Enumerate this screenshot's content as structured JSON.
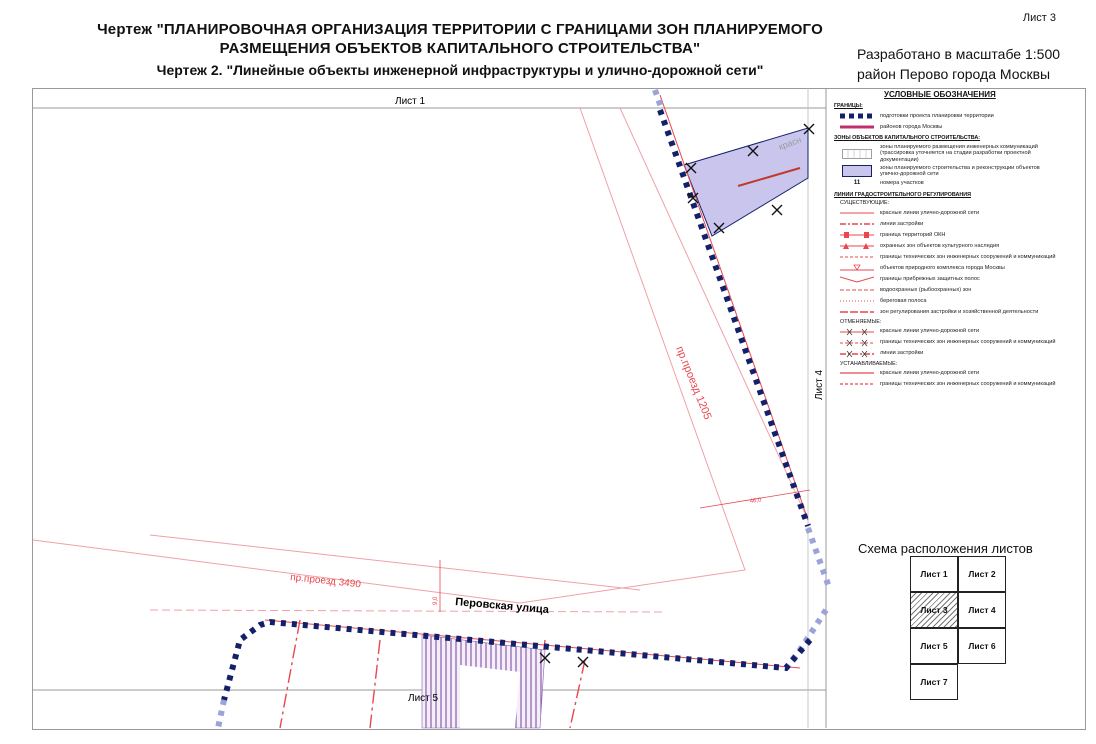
{
  "sheet_number": "Лист 3",
  "title": "Чертеж \"ПЛАНИРОВОЧНАЯ ОРГАНИЗАЦИЯ ТЕРРИТОРИИ С ГРАНИЦАМИ ЗОН ПЛАНИРУЕМОГО РАЗМЕЩЕНИЯ ОБЪЕКТОВ КАПИТАЛЬНОГО СТРОИТЕЛЬСТВА\"",
  "subtitle": "Чертеж 2. \"Линейные объекты инженерной инфраструктуры и улично-дорожной сети\"",
  "scale_text": "Разработано в масштабе 1:500",
  "district_text": "район Перово города Москвы",
  "map": {
    "sheet_top": "Лист 1",
    "sheet_right": "Лист 4",
    "sheet_bottom": "Лист 5",
    "street_proezd_1205": "пр.проезд 1205",
    "street_proezd_3490": "пр.проезд 3490",
    "street_perovskaya": "Перовская улица",
    "street_krasn": "красн",
    "dim_460": "46,0",
    "dim_small": "9,0"
  },
  "legend": {
    "title": "УСЛОВНЫЕ ОБОЗНАЧЕНИЯ",
    "boundaries_header": "ГРАНИЦЫ:",
    "boundary_project": "подготовки проекта планировки территории",
    "boundary_district": "районов города Москвы",
    "zones_header": "ЗОНЫ ОБЪЕКТОВ КАПИТАЛЬНОГО СТРОИТЕЛЬСТВА:",
    "zone_engineering": "зоны планируемого размещения инженерных коммуникаций (трассировка уточняется на стадии разработки проектной документации)",
    "zone_road": "зоны планируемого строительства и реконструкции объектов улично-дорожной сети",
    "plot_number_symbol": "11",
    "plot_number": "номера участков",
    "regulation_header": "ЛИНИИ ГРАДОСТРОИТЕЛЬНОГО РЕГУЛИРОВАНИЯ",
    "existing_header": "СУЩЕСТВУЮЩИЕ:",
    "red_lines": "красные линии улично-дорожной сети",
    "building_lines": "линии застройки",
    "okn_boundary": "граница территорий ОКН",
    "heritage_zones": "охранных зон объектов культурного наследия",
    "tech_zones": "границы технических зон инженерных сооружений и коммуникаций",
    "natural_complex": "объектов природного комплекса города Москвы",
    "coastal_strips": "границы прибрежных защитных полос",
    "water_protection": "водоохранных (рыбоохранных) зон",
    "coastal_strip": "береговая полоса",
    "regulation_zones": "зон регулирования застройки и хозяйственной деятельности",
    "cancelled_header": "ОТМЕНЯЕМЫЕ:",
    "c_red_lines": "красные линии улично-дорожной сети",
    "c_tech_zones": "границы технических зон инженерных сооружений и коммуникаций",
    "c_building_lines": "линии застройки",
    "established_header": "УСТАНАВЛИВАЕМЫЕ:",
    "e_red_lines": "красные линии улично-дорожной сети",
    "e_tech_zones": "границы технических зон инженерных сооружений и коммуникаций"
  },
  "scheme": {
    "title": "Схема расположения листов",
    "sheets": [
      "Лист 1",
      "Лист 2",
      "Лист 3",
      "Лист 4",
      "Лист 5",
      "Лист 6",
      "Лист 7"
    ],
    "active_sheet": "Лист 3"
  },
  "colors": {
    "red_line": "#e8474f",
    "pink_line": "#f0a0a8",
    "boundary_blue": "#13206a",
    "boundary_light": "#9ba3d8",
    "zone_fill": "#c9c5ec"
  }
}
